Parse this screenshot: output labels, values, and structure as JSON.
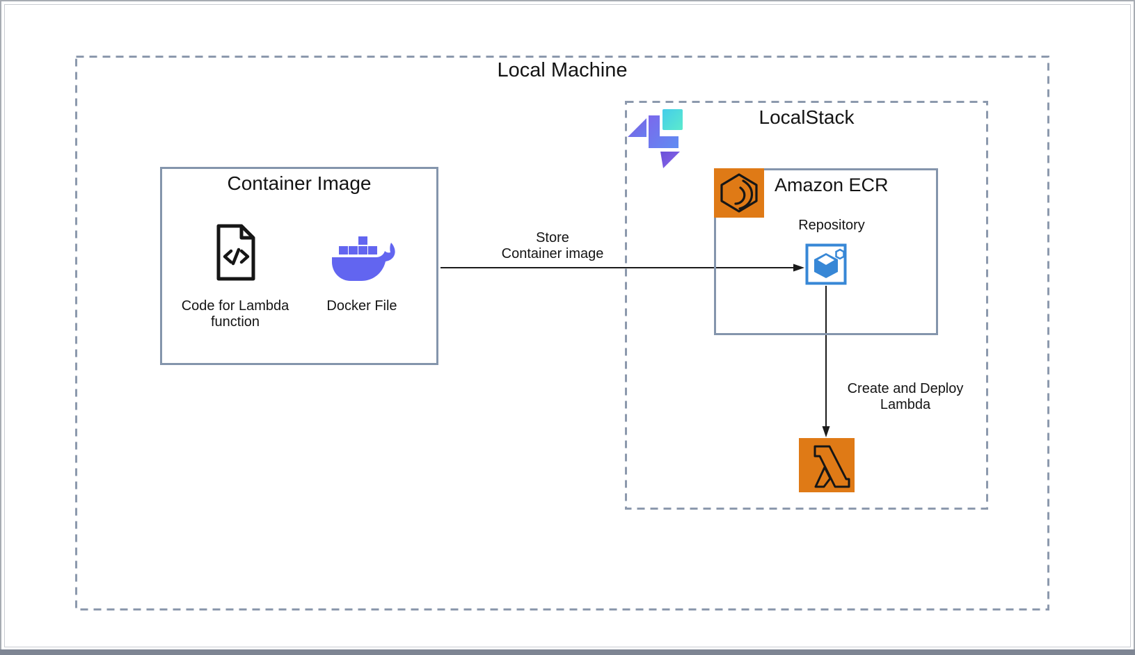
{
  "colors": {
    "aws-orange": "#DF7A16",
    "ecr-blue": "#3787D6",
    "docker-purple": "#6265F0",
    "border-solid": "#8495AC",
    "border-dashed": "#8C99AD",
    "bottom-bar": "#7E8593"
  },
  "outer_box": {
    "title": "Local Machine"
  },
  "container_box": {
    "title": "Container Image",
    "code_item": {
      "label": "Code for Lambda\nfunction",
      "icon": "code-file-icon"
    },
    "docker_item": {
      "label": "Docker File",
      "icon": "docker-whale-icon"
    }
  },
  "localstack_box": {
    "title": "LocalStack",
    "logo": "localstack-logo",
    "ecr_box": {
      "title": "Amazon ECR",
      "icon": "amazon-ecr-icon",
      "repository": {
        "label": "Repository",
        "icon": "ecr-repository-icon"
      }
    },
    "lambda": {
      "icon": "aws-lambda-icon"
    }
  },
  "arrows": {
    "store": {
      "label": "Store\nContainer image"
    },
    "deploy": {
      "label": "Create and Deploy\nLambda"
    }
  }
}
